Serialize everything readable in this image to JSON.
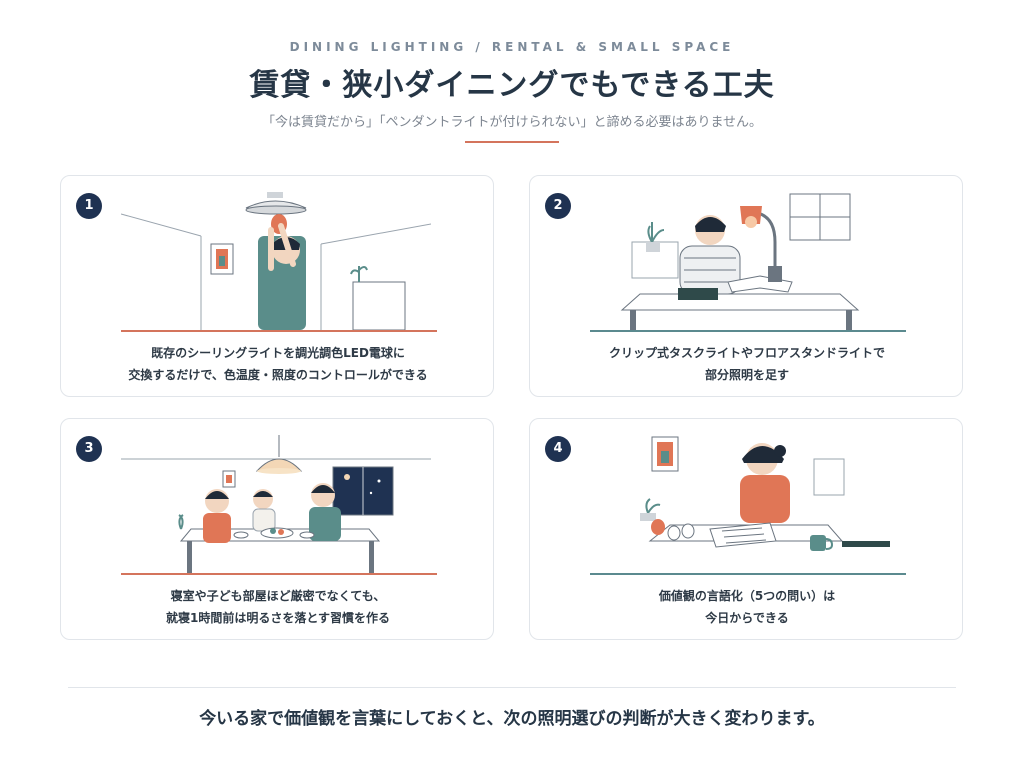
{
  "header": {
    "eyebrow": "DINING LIGHTING / RENTAL & SMALL SPACE",
    "title": "賃貸・狭小ダイニングでもできる工夫",
    "subtitle": "「今は賃貸だから」「ペンダントライトが付けられない」と諦める必要はありません。"
  },
  "cards": [
    {
      "number": "1",
      "line1": "既存のシーリングライトを調光調色LED電球に",
      "line2": "交換するだけで、色温度・照度のコントロールができる"
    },
    {
      "number": "2",
      "line1": "クリップ式タスクライトやフロアスタンドライトで",
      "line2": "部分照明を足す"
    },
    {
      "number": "3",
      "line1": "寝室や子ども部屋ほど厳密でなくても、",
      "line2": "就寝1時間前は明るさを落とす習慣を作る"
    },
    {
      "number": "4",
      "line1": "価値観の言語化（5つの問い）は",
      "line2": "今日からできる"
    }
  ],
  "footer": {
    "text": "今いる家で価値観を言葉にしておくと、次の照明選びの判断が大きく変わります。"
  },
  "colors": {
    "accent": "#d4745c",
    "teal": "#5b8a8f",
    "navy": "#1f3252"
  }
}
